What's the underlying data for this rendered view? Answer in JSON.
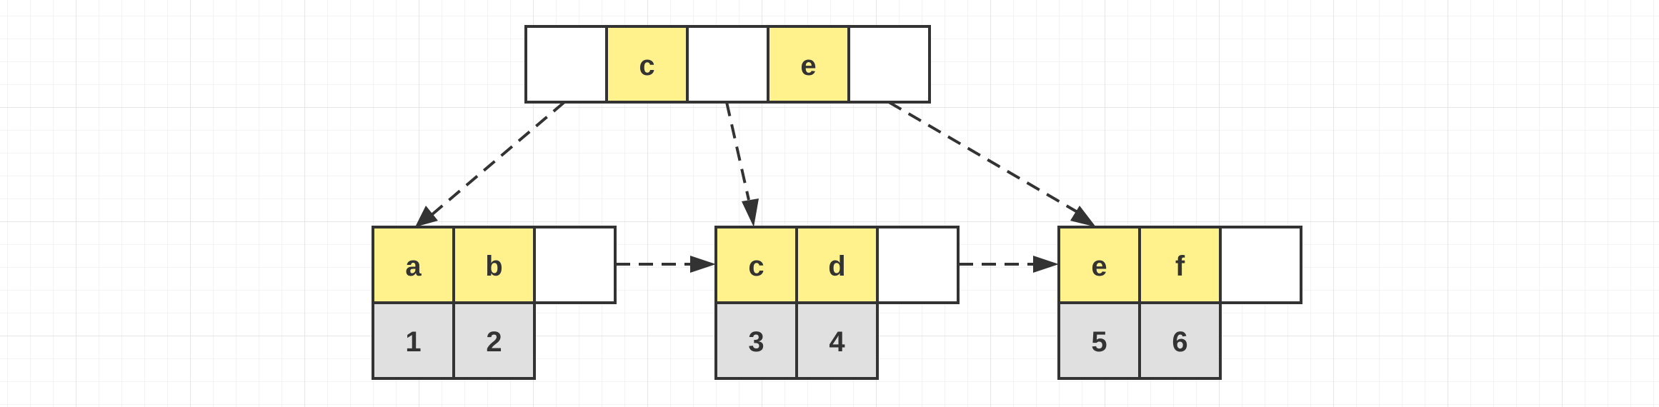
{
  "colors": {
    "key_fill": "#fff28c",
    "empty_fill": "#ffffff",
    "value_fill": "#e0e0e0",
    "stroke": "#333333"
  },
  "root": {
    "keys": [
      "",
      "c",
      "",
      "e",
      ""
    ]
  },
  "leaves": [
    {
      "keys": [
        "a",
        "b",
        ""
      ],
      "values": [
        "1",
        "2"
      ]
    },
    {
      "keys": [
        "c",
        "d",
        ""
      ],
      "values": [
        "3",
        "4"
      ]
    },
    {
      "keys": [
        "e",
        "f",
        ""
      ],
      "values": [
        "5",
        "6"
      ]
    }
  ]
}
